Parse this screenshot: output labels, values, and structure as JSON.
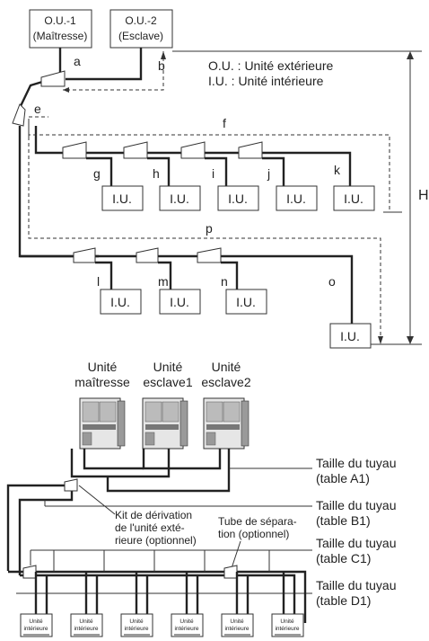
{
  "top_diagram": {
    "ou1_line1": "O.U.-1",
    "ou1_line2": "(Maîtresse)",
    "ou2_line1": "O.U.-2",
    "ou2_line2": "(Esclave)",
    "legend_ou": "O.U. : Unité extérieure",
    "legend_iu": "I.U. : Unité intérieure",
    "iu_label": "I.U.",
    "letters": {
      "a": "a",
      "b": "b",
      "e": "e",
      "f": "f",
      "g": "g",
      "h": "h",
      "i": "i",
      "j": "j",
      "k": "k",
      "l": "l",
      "m": "m",
      "n": "n",
      "o": "o",
      "p": "p",
      "H": "H"
    }
  },
  "bottom_diagram": {
    "units": [
      {
        "line1": "Unité",
        "line2": "maîtresse"
      },
      {
        "line1": "Unité",
        "line2": "esclave1"
      },
      {
        "line1": "Unité",
        "line2": "esclave2"
      }
    ],
    "kit_label": [
      "Kit de dérivation",
      "de l'unité exté-",
      "rieure (optionnel)"
    ],
    "tube_label": [
      "Tube de sépara-",
      "tion (optionnel)"
    ],
    "pipe_sizes": [
      {
        "line1": "Taille du tuyau",
        "line2": "(table A1)"
      },
      {
        "line1": "Taille du tuyau",
        "line2": "(table B1)"
      },
      {
        "line1": "Taille du tuyau",
        "line2": "(table C1)"
      },
      {
        "line1": "Taille du tuyau",
        "line2": "(table D1)"
      }
    ],
    "indoor_unit": {
      "line1": "Unité",
      "line2": "intérieure"
    }
  },
  "colors": {
    "line": "#222222",
    "unit_face": "#e6e6e6",
    "unit_dark": "#9a9a9a"
  }
}
